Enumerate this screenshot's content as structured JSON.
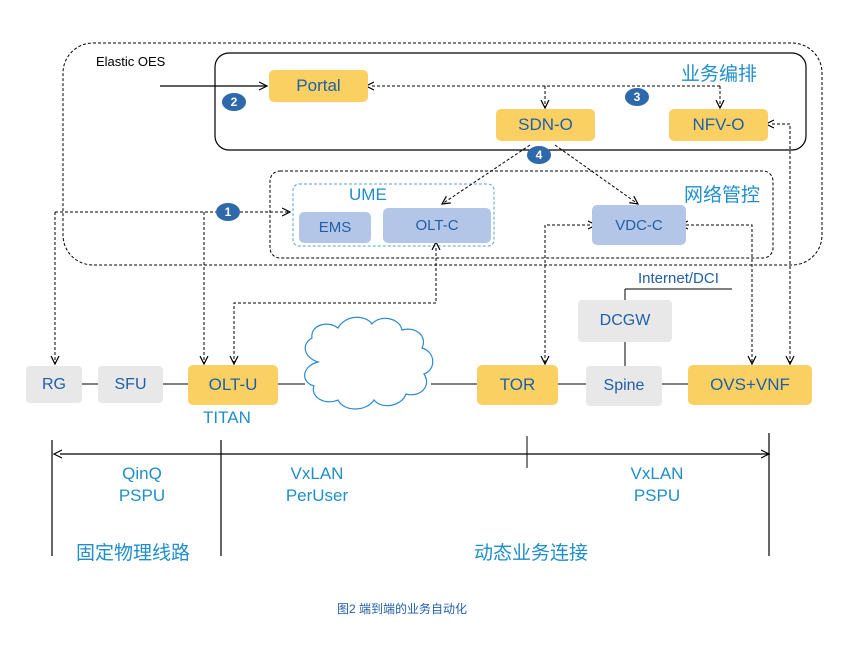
{
  "domains": {
    "elastic_oes": "Elastic OES",
    "orchestration": "业务编排",
    "network_control": "网络管控",
    "ume": "UME"
  },
  "nodes": {
    "portal": "Portal",
    "sdn_o": "SDN-O",
    "nfv_o": "NFV-O",
    "ems": "EMS",
    "olt_c": "OLT-C",
    "vdc_c": "VDC-C",
    "rg": "RG",
    "sfu": "SFU",
    "olt_u": "OLT-U",
    "tor": "TOR",
    "spine": "Spine",
    "ovs_vnf": "OVS+VNF",
    "dcgw": "DCGW"
  },
  "labels": {
    "titan": "TITAN",
    "internet_dci": "Internet/DCI"
  },
  "badges": [
    "1",
    "2",
    "3",
    "4"
  ],
  "segments": {
    "seg1_line1": "QinQ",
    "seg1_line2": "PSPU",
    "seg2_line1": "VxLAN",
    "seg2_line2": "PerUser",
    "seg3_line1": "VxLAN",
    "seg3_line2": "PSPU",
    "fixed_physical_line": "固定物理线路",
    "dynamic_service_connection": "动态业务连接"
  },
  "caption": "图2   端到端的业务自动化"
}
